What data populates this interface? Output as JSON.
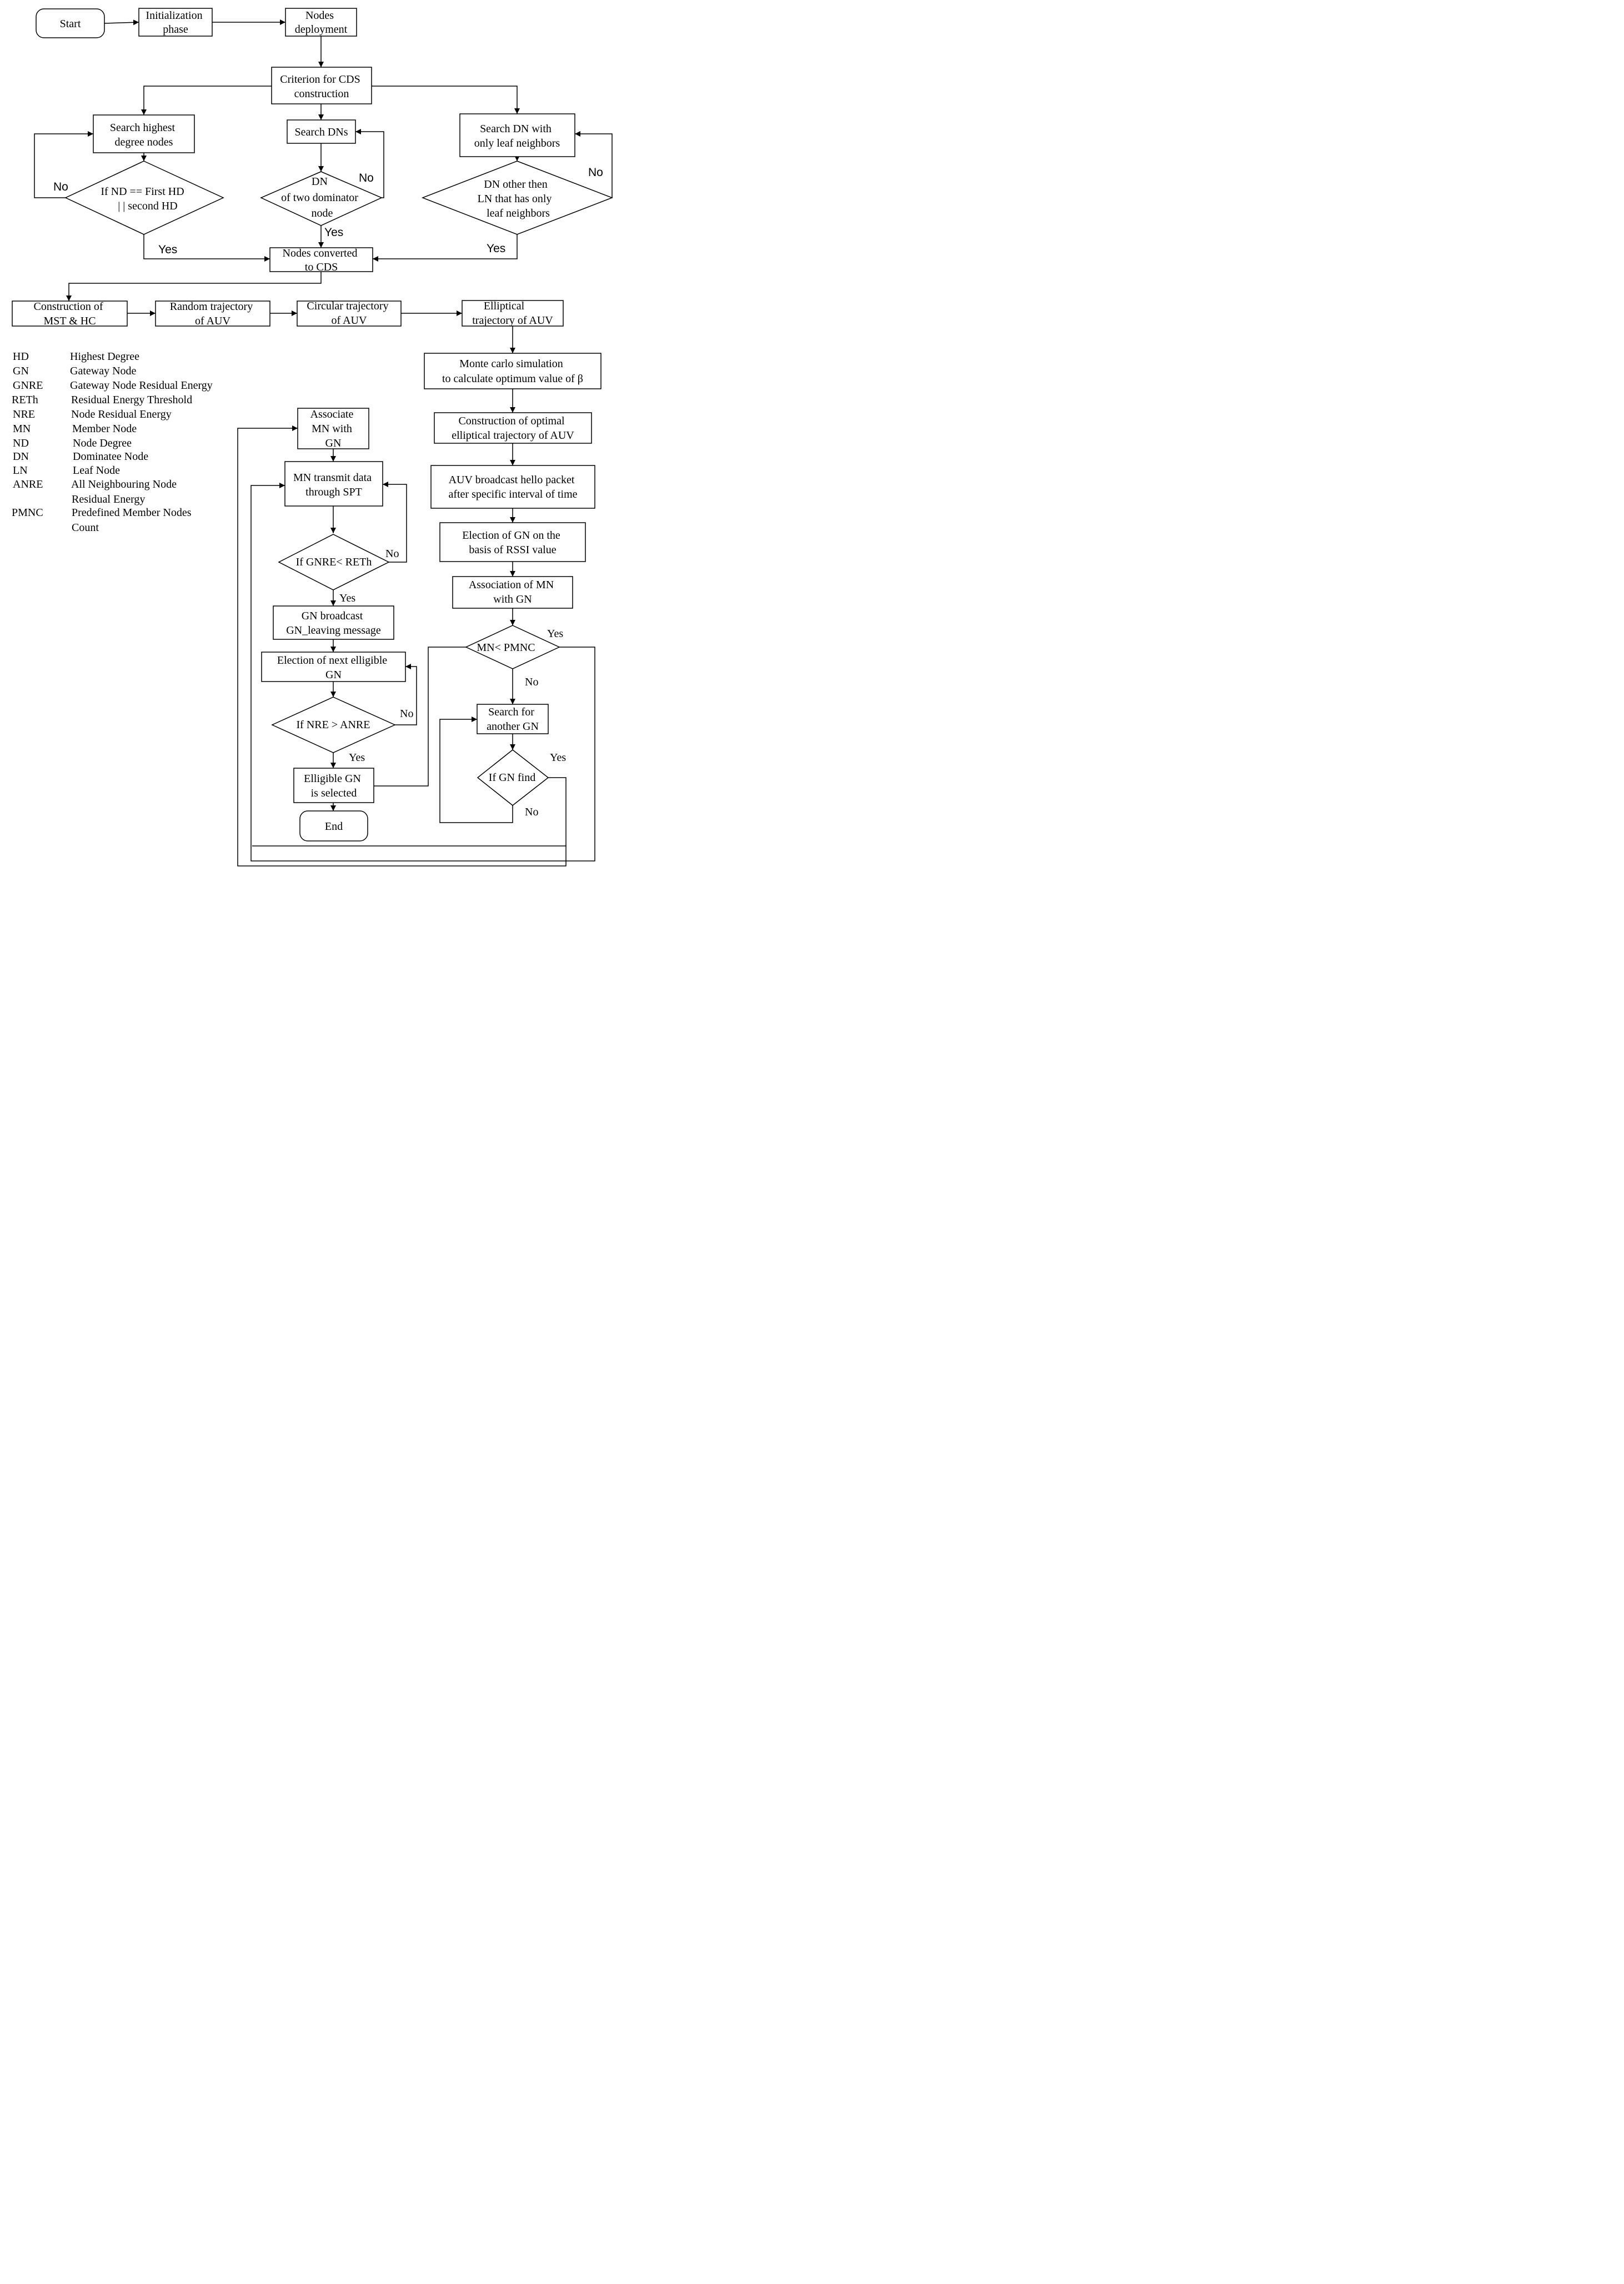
{
  "nodes": {
    "start": "Start",
    "init": [
      "Initialization",
      "phase"
    ],
    "deploy": [
      "Nodes",
      "deployment"
    ],
    "criterion": [
      "Criterion for CDS",
      "construction"
    ],
    "search_hd": [
      "Search highest",
      "degree nodes"
    ],
    "cond_nd": [
      "If ND == First HD",
      "| | second HD"
    ],
    "search_dns": "Search DNs",
    "cond_dn": [
      "DN",
      "of two dominator",
      "node"
    ],
    "search_dn_leaf": [
      "Search DN with",
      "only leaf neighbors"
    ],
    "cond_ln": [
      "DN other then",
      "LN  that has only",
      "leaf neighbors"
    ],
    "to_cds": [
      "Nodes converted",
      "to CDS"
    ],
    "mst": [
      "Construction of",
      "MST & HC"
    ],
    "random": [
      "Random trajectory",
      "of AUV"
    ],
    "circular": [
      "Circular trajectory",
      "of AUV"
    ],
    "elliptical": [
      "Elliptical",
      "trajectory of AUV"
    ],
    "monte": [
      "Monte carlo simulation",
      "to calculate optimum value of β"
    ],
    "optimal": [
      "Construction of optimal",
      "elliptical trajectory of AUV"
    ],
    "hello": [
      "AUV broadcast hello packet",
      "after specific interval of time"
    ],
    "elect_gn": [
      "Election of GN on the",
      "basis of RSSI value"
    ],
    "assoc_mn": [
      "Association of MN",
      "with GN"
    ],
    "cond_pmnc": "MN< PMNC",
    "search_gn": [
      "Search for",
      "another GN"
    ],
    "cond_find": "If GN find",
    "associate": [
      "Associate",
      "MN with",
      "GN"
    ],
    "transmit": [
      "MN transmit data",
      "through SPT"
    ],
    "cond_gnre": "If GNRE< RETh",
    "broadcast": [
      "GN broadcast",
      "GN_leaving message"
    ],
    "next_gn": [
      "Election of next elligible",
      "GN"
    ],
    "cond_nre": "If NRE >  ANRE",
    "selected": [
      "Elligible GN",
      "is selected"
    ],
    "end": "End"
  },
  "edge_labels": {
    "no": "No",
    "yes": "Yes"
  },
  "legend": [
    {
      "abbr": "HD",
      "text": "Highest Degree"
    },
    {
      "abbr": "GN",
      "text": "Gateway Node"
    },
    {
      "abbr": "GNRE",
      "text": "Gateway Node  Residual Energy"
    },
    {
      "abbr": "RETh",
      "text": "Residual Energy Threshold"
    },
    {
      "abbr": "NRE",
      "text": "Node Residual Energy"
    },
    {
      "abbr": "MN",
      "text": "Member Node"
    },
    {
      "abbr": "ND",
      "text": "Node Degree"
    },
    {
      "abbr": "DN",
      "text": "Dominatee Node"
    },
    {
      "abbr": "LN",
      "text": "Leaf Node"
    },
    {
      "abbr": "ANRE",
      "text": "All Neighbouring Node",
      "text2": "Residual Energy"
    },
    {
      "abbr": "PMNC",
      "text": "Predefined Member Nodes",
      "text2": "Count"
    }
  ]
}
